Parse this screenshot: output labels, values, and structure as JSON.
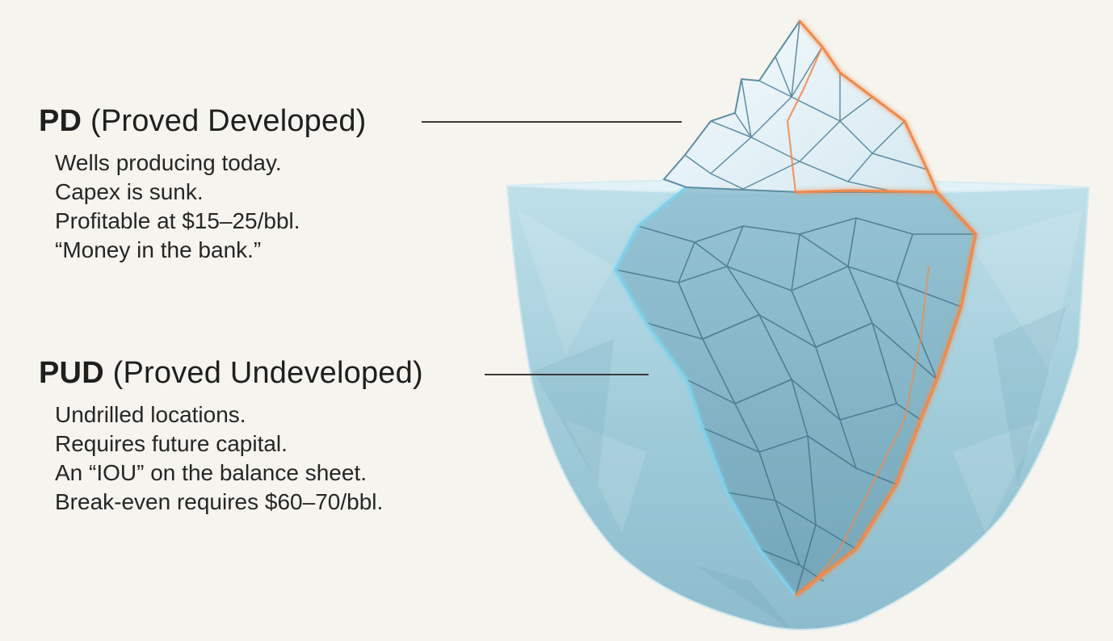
{
  "pd": {
    "abbr": "PD",
    "full": "(Proved Developed)",
    "lines": [
      "Wells producing today.",
      "Capex is sunk.",
      "Profitable at $15–25/bbl.",
      "“Money in the bank.”"
    ]
  },
  "pud": {
    "abbr": "PUD",
    "full": "(Proved Undeveloped)",
    "lines": [
      "Undrilled locations.",
      "Requires future capital.",
      "An “IOU” on the balance sheet.",
      "Break-even requires $60–70/bbl."
    ]
  },
  "colors": {
    "background": "#f5f4ee",
    "water": "#a9d3e0",
    "ice_top": "#eaf5fa",
    "ice_edge": "#4f7f96",
    "highlight": "#f08a4b"
  }
}
